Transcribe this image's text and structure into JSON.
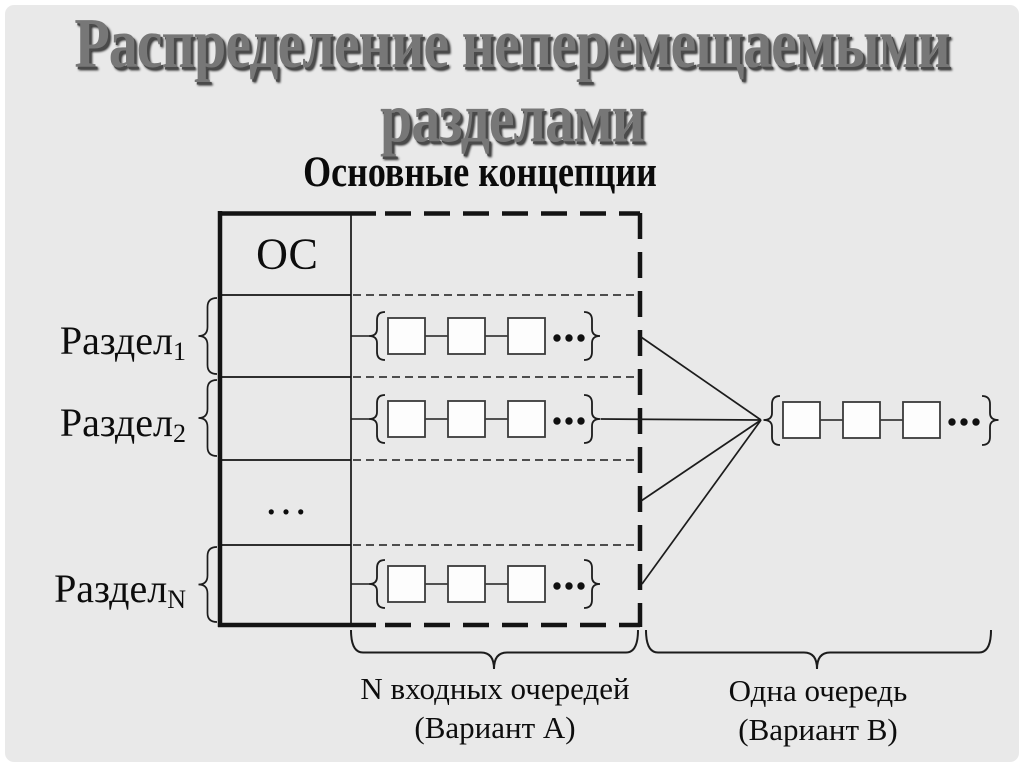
{
  "slide": {
    "title_line1": "Распределение неперемещаемыми",
    "title_line2": "разделами",
    "subtitle": "Основные концепции"
  },
  "diagram": {
    "memory_column": {
      "os_label": "ОС",
      "ellipsis": "…",
      "partitions": [
        {
          "name": "Раздел",
          "index": "1"
        },
        {
          "name": "Раздел",
          "index": "2"
        },
        {
          "name": "Раздел",
          "index": "N"
        }
      ]
    },
    "captions": {
      "variant_a": {
        "line1": "N входных очередей",
        "line2": "(Вариант А)"
      },
      "variant_b": {
        "line1": "Одна очередь",
        "line2": "(Вариант В)"
      }
    }
  }
}
